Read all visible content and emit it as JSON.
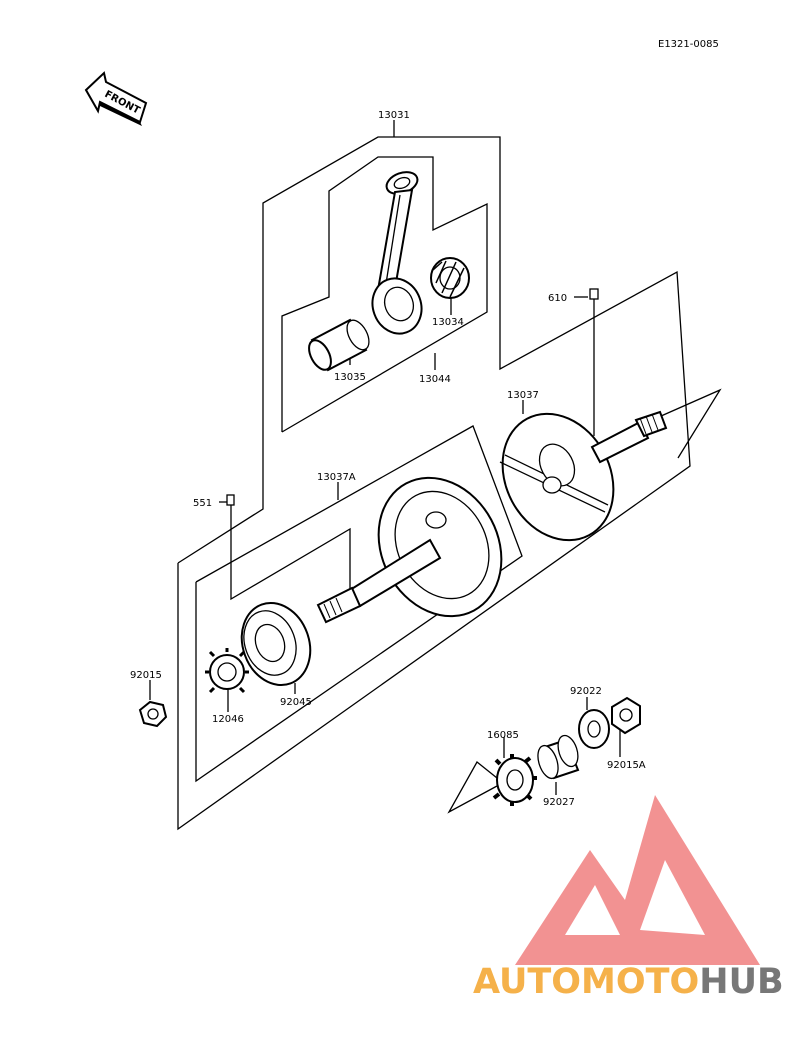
{
  "diagram": {
    "code": "E1321-0085",
    "front_label": "FRONT",
    "labels": {
      "p13031": "13031",
      "p13034": "13034",
      "p13035": "13035",
      "p13044": "13044",
      "p610": "610",
      "p13037": "13037",
      "p13037A": "13037A",
      "p551": "551",
      "p92015": "92015",
      "p12046": "12046",
      "p92045": "92045",
      "p92022": "92022",
      "p92015A": "92015A",
      "p16085": "16085",
      "p92027": "92027"
    }
  },
  "watermark": {
    "text_orange": "AUTOMOTO",
    "text_gray": "HUB",
    "color_orange": "#f5b14a",
    "color_gray": "#777777",
    "color_logo": "#f08080"
  }
}
